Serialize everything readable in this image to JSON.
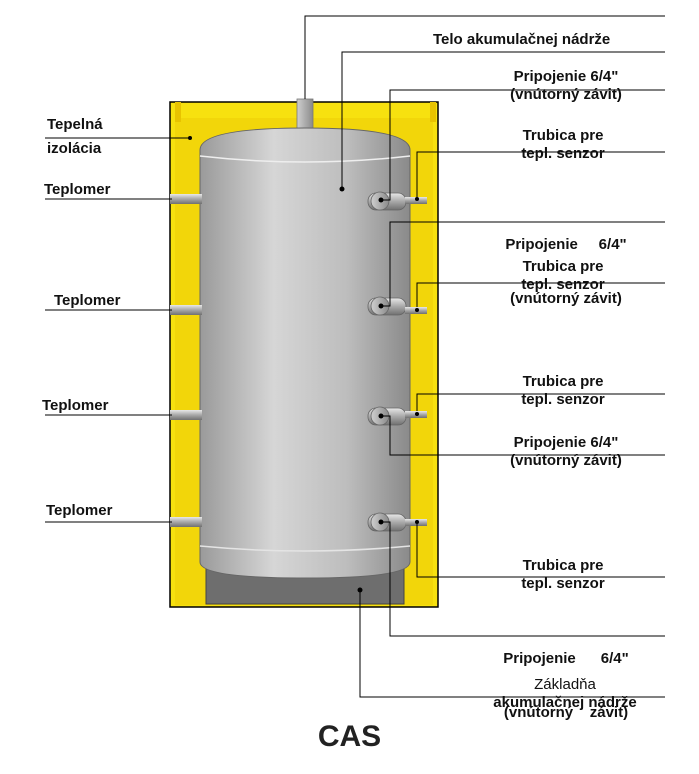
{
  "labels": {
    "tank_body": "Telo akumulačnej nádrže",
    "insulation": [
      "Tepelná",
      "izolácia"
    ],
    "thermometer": "Teplomer",
    "connection": [
      "Pripojenie 6/4\"",
      "(vnútorný závit)"
    ],
    "connection_spaced": [
      "Pripojenie     6/4\"",
      "(vnútorný závit)"
    ],
    "connection_spaced_b": [
      "Pripojenie      6/4\"",
      "(vnútorný    závit)"
    ],
    "sensor_tube": [
      "Trubica pre",
      "tepl. senzor"
    ],
    "base": [
      "Základňa",
      "akumulačnej nádrže"
    ]
  },
  "product_name": "CAS",
  "colors": {
    "insulation": "#f7e10f",
    "insulation_shade": "#e8c300",
    "tank": "#b7b7b7",
    "tank_dark": "#8d8d8d",
    "base": "#6e6e6e",
    "outline": "#000000"
  }
}
